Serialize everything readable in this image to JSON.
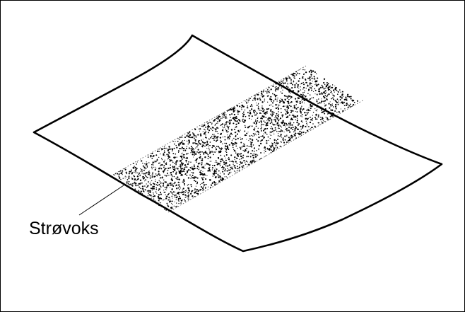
{
  "figure": {
    "callout_label": "Strøvoks",
    "colors": {
      "line": "#000000",
      "sheet": "#ffffff",
      "speckle": "#000000"
    },
    "icons": {
      "sheet": "flat-sheet-drawing",
      "band": "speckled-wax-band"
    }
  }
}
